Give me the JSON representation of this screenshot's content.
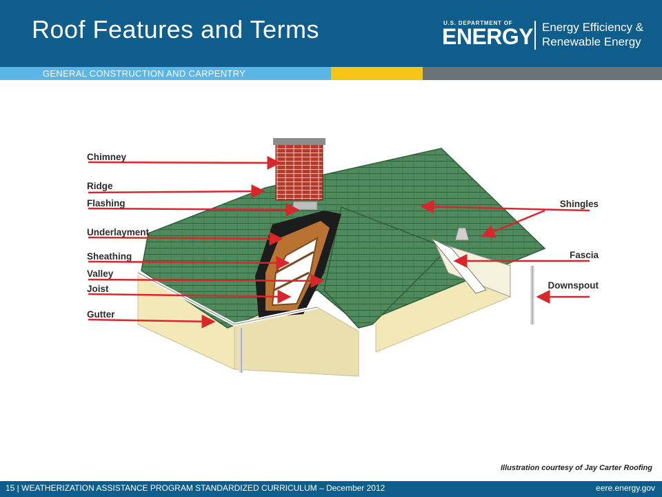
{
  "header": {
    "title": "Roof Features and Terms",
    "logo_small": "U.S. DEPARTMENT OF",
    "logo_big": "ENERGY",
    "eere_line1": "Energy Efficiency &",
    "eere_line2": "Renewable Energy",
    "subtitle": "GENERAL CONSTRUCTION AND CARPENTRY"
  },
  "diagram": {
    "labels_left": [
      "Chimney",
      "Ridge",
      "Flashing",
      "Underlayment",
      "Sheathing",
      "Valley",
      "Joist",
      "Gutter"
    ],
    "labels_right": [
      "Shingles",
      "Fascia",
      "Downspout"
    ]
  },
  "credit": "Illustration courtesy of Jay Carter Roofing",
  "footer": {
    "left": "15 | WEATHERIZATION ASSISTANCE PROGRAM STANDARDIZED CURRICULUM – December 2012",
    "right": "eere.energy.gov"
  },
  "colors": {
    "header_bg": "#0e5d8c",
    "band_blue": "#5bb6e6",
    "band_yellow": "#f5c518",
    "band_gray": "#6d7276",
    "roof_green": "#4f8a5c",
    "arrow_red": "#d9262a"
  }
}
